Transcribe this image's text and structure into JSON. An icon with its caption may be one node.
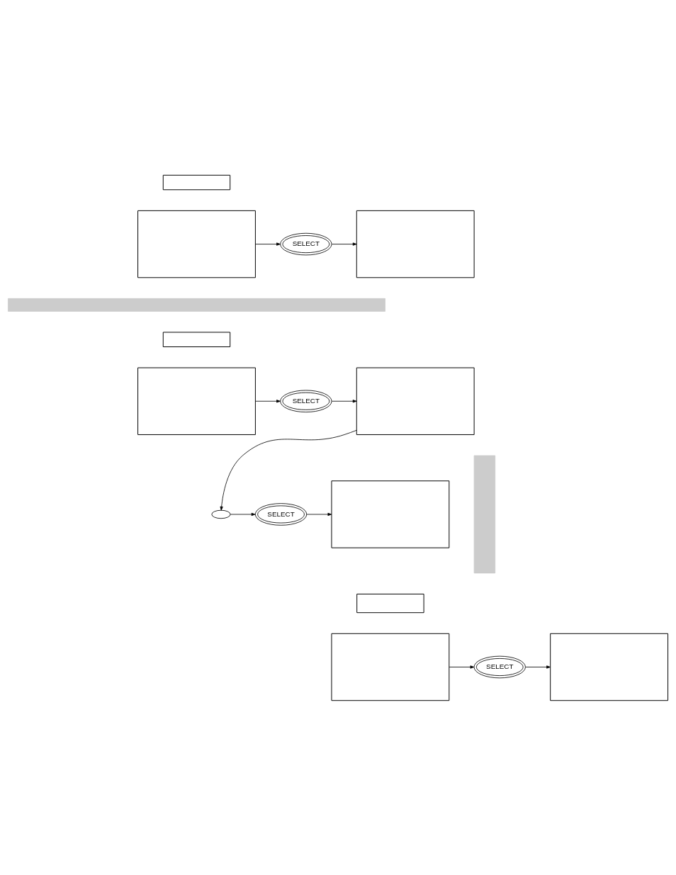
{
  "diagram": {
    "nodes": [
      {
        "text": [],
        "shape": "box"
      },
      {
        "text": [],
        "shape": "box"
      },
      {
        "text": [
          "SELECT"
        ]
      },
      {
        "text": [],
        "shape": "box"
      },
      {
        "text": [],
        "shape": "bar"
      },
      {
        "text": [],
        "shape": "box"
      },
      {
        "text": [],
        "shape": "box"
      },
      {
        "text": [
          "SELECT"
        ]
      },
      {
        "text": [],
        "shape": "box"
      },
      {
        "text": [
          "SELECT"
        ]
      },
      {
        "text": [],
        "shape": "ellipse"
      },
      {
        "text": [],
        "shape": "box"
      },
      {
        "text": [],
        "shape": "bar"
      },
      {
        "text": [],
        "shape": "box"
      },
      {
        "text": [],
        "shape": "box"
      },
      {
        "text": [
          "SELECT"
        ]
      },
      {
        "text": [],
        "shape": "box"
      }
    ],
    "edges": [
      {
        "from": 1,
        "to": 2,
        "arrow": "to"
      },
      {
        "from": 2,
        "to": 3,
        "arrow": "to"
      },
      {
        "from": 6,
        "to": 7,
        "arrow": "to"
      },
      {
        "from": 7,
        "to": 8,
        "arrow": "to"
      },
      {
        "from": 8,
        "to": 10,
        "arrow": "to"
      },
      {
        "from": 10,
        "to": 9,
        "arrow": "to"
      },
      {
        "from": 9,
        "to": 11,
        "arrow": "to"
      },
      {
        "from": 14,
        "to": 15,
        "arrow": "to"
      },
      {
        "from": 15,
        "to": 16,
        "arrow": "to"
      }
    ]
  }
}
